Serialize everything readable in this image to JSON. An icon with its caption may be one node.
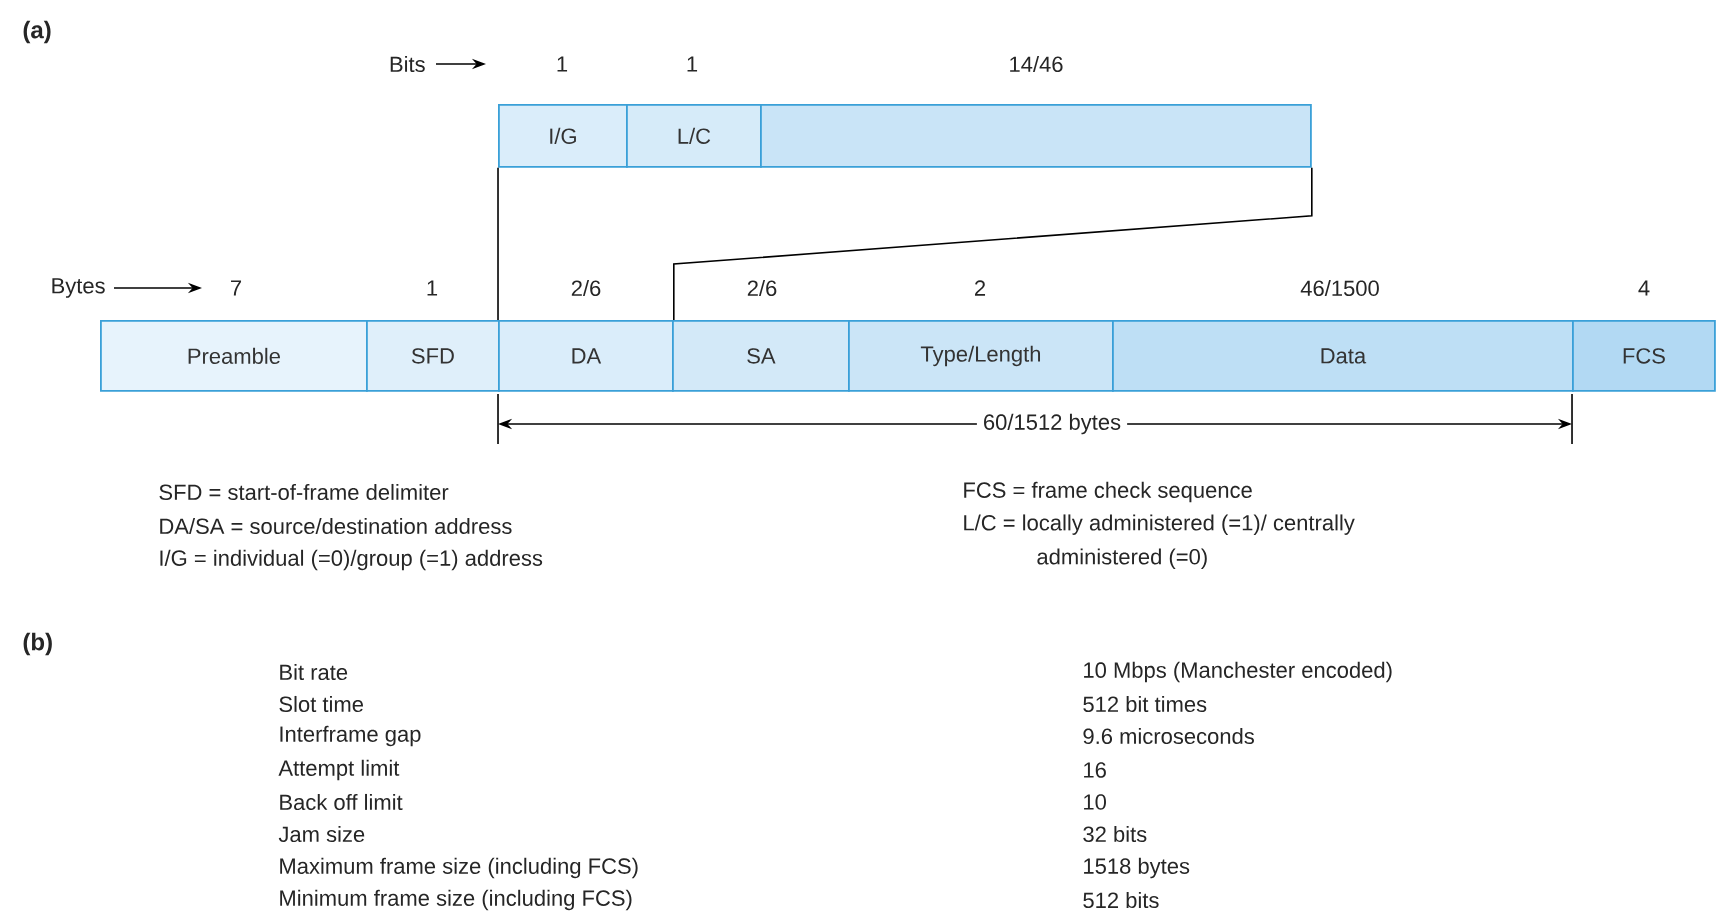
{
  "diagram": {
    "nodes": [
      {
        "text": [
          "I/G"
        ]
      },
      {
        "text": [
          "L/C"
        ]
      },
      {
        "text": [],
        "shape": "box"
      },
      {
        "text": [
          "Preamble"
        ]
      },
      {
        "text": [
          "SFD"
        ]
      },
      {
        "text": [
          "DA"
        ]
      },
      {
        "text": [
          "SA"
        ]
      },
      {
        "text": [
          "Type/Length"
        ]
      },
      {
        "text": [
          "Data"
        ]
      },
      {
        "text": [
          "FCS"
        ]
      }
    ],
    "edges": [
      {
        "from": 0,
        "to": 5,
        "arrow": "none"
      },
      {
        "from": 2,
        "to": 5,
        "arrow": "none"
      }
    ],
    "labels": [
      "(a)",
      "Bits",
      "1",
      "1",
      "14/46",
      "Bytes",
      "7",
      "1",
      "2/6",
      "2/6",
      "2",
      "46/1500",
      "4",
      "60/1512 bytes",
      "SFD = start-of-frame delimiter",
      "FCS = frame check sequence",
      "DA/SA = source/destination address",
      "L/C = locally administered (=1)/ centrally administered (=0)",
      "I/G = individual (=0)/group (=1) address",
      "(b)",
      "Bit rate",
      "10 Mbps (Manchester encoded)",
      "Slot time",
      "512 bit times",
      "Interframe gap",
      "9.6 microseconds",
      "Attempt limit",
      "16",
      "Back off limit",
      "10",
      "Jam size",
      "32 bits",
      "Maximum frame size (including FCS)",
      "1518 bytes",
      "Minimum frame size (including FCS)",
      "512 bits"
    ]
  }
}
